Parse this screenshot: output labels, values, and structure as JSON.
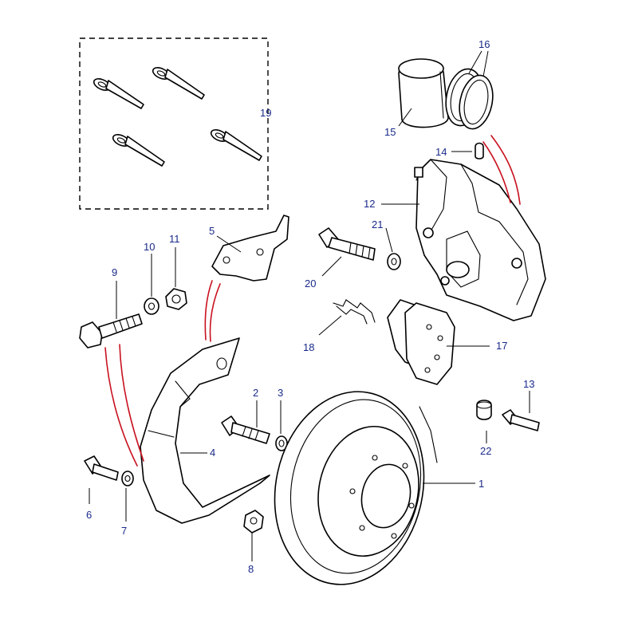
{
  "colors": {
    "callout_text": "#1a2a8a",
    "assembly_guide": "#c8101e",
    "line_art": "#000000",
    "background": "#ffffff"
  },
  "callouts": [
    {
      "id": "1",
      "text": "1"
    },
    {
      "id": "2",
      "text": "2"
    },
    {
      "id": "3",
      "text": "3"
    },
    {
      "id": "4",
      "text": "4"
    },
    {
      "id": "5",
      "text": "5"
    },
    {
      "id": "6",
      "text": "6"
    },
    {
      "id": "7",
      "text": "7"
    },
    {
      "id": "8",
      "text": "8"
    },
    {
      "id": "9",
      "text": "9"
    },
    {
      "id": "10",
      "text": "10"
    },
    {
      "id": "11",
      "text": "11"
    },
    {
      "id": "12",
      "text": "12"
    },
    {
      "id": "13",
      "text": "13"
    },
    {
      "id": "14",
      "text": "14"
    },
    {
      "id": "15",
      "text": "15"
    },
    {
      "id": "16",
      "text": "16"
    },
    {
      "id": "17",
      "text": "17"
    },
    {
      "id": "18",
      "text": "18"
    },
    {
      "id": "19",
      "text": "19"
    },
    {
      "id": "20",
      "text": "20"
    },
    {
      "id": "21",
      "text": "21"
    },
    {
      "id": "22",
      "text": "22"
    }
  ]
}
